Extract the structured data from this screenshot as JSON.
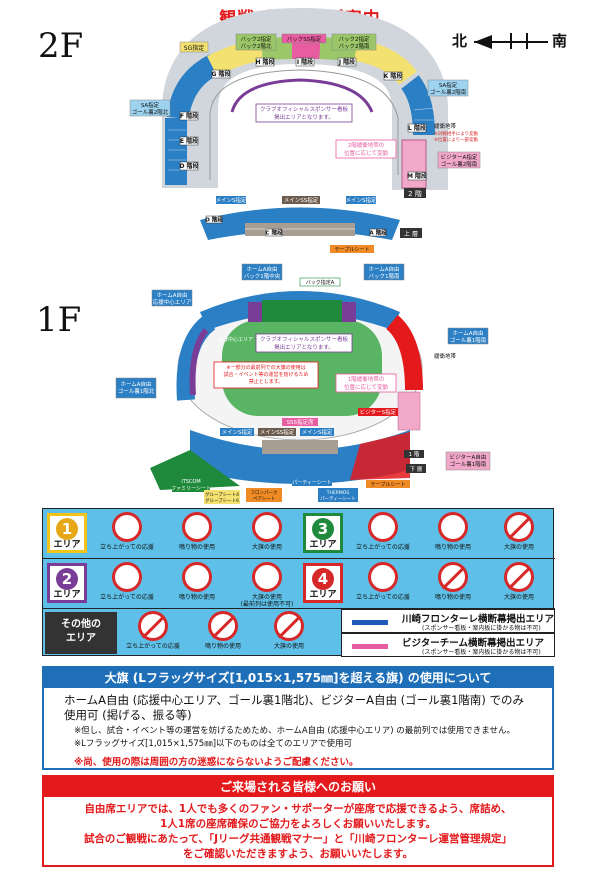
{
  "title": "観戦ゾーンのご案内",
  "floors": {
    "upper": "2F",
    "lower": "1F"
  },
  "compass": {
    "north": "北",
    "south": "南"
  },
  "f2": {
    "sg": "SG指定",
    "back2": "バック2指定\nバック2階北",
    "backss": "バックSS指定",
    "back2s": "バック2指定\nバック2階南",
    "sa_n": "SA指定\nゴール裏2階北",
    "sa_s": "SA指定\nゴール裏2階南",
    "sponsor_note": "クラブオフィシャルスポンサー看板\n掲出エリアとなります。",
    "boundary_note": "2階緩衝地帯の\n位置に応じて変動",
    "visitor": "ビジターA指定\nゴール裏2階南",
    "buffer": "緩衝地帯",
    "buffer_note": "※対戦相手により変動\n※位置により一部変動",
    "gate": "2 階",
    "main_s": "メインS指定",
    "main_ss": "メインSS指定",
    "upper": "上 層",
    "table": "テーブルシート",
    "blocks": [
      "D 階段",
      "E 階段",
      "F 階段",
      "G 階段",
      "H 階段",
      "I 階段",
      "J 階段",
      "K 階段",
      "L 階段",
      "M 階段",
      "C 階段",
      "B 階段",
      "A 階段"
    ]
  },
  "f1": {
    "homeA_back_n": "ホームA自由\nバック1階中央",
    "homeA_back_s": "ホームA自由\nバック1階南",
    "back_seat": "バック指定A",
    "homeA_support": "ホームA自由\n応援中心エリア",
    "homeA_goal_n": "ホームA自由\nゴール裏1階北",
    "homeA_goal_s": "ホームA自由\nゴール裏1階南",
    "cheer_area": "応援中心エリア",
    "sponsor_note": "クラブオフィシャルスポンサー看板\n掲出エリアとなります。",
    "flag_note": "※一部分の最前列での大旗の使用は\n試合・イベント等の運営を妨げるため\n禁止とします。",
    "boundary_note": "1階緩衝地帯の\n位置に応じて変動",
    "buffer": "緩衝地帯",
    "visitor_s": "ビジターS指定",
    "main_s_l": "メインS指定",
    "main_s_r": "メインS指定",
    "main_ss": "メインSS指定",
    "sss": "SSS指定席",
    "visitor_free": "ビジターA自由\nゴール裏1階南",
    "lower": "下 層",
    "itscom": "iTSCOM\nファミリーシート",
    "group": "グループシート4\nグループシート6",
    "party": "パーティーシート",
    "thermos": "THERMOS\nパーティーシート",
    "fronpark": "フロンパーク\nペアシート",
    "table": "テーブルシート",
    "gate": "1 階"
  },
  "legend": {
    "zone_word": "エリア",
    "zone1": "1",
    "zone2": "2",
    "zone3": "3",
    "zone4": "4",
    "other": "その他の\nエリア",
    "z1_caps": [
      "立ち上がっての応援",
      "鳴り物の使用",
      "大旗の使用"
    ],
    "z2_caps": [
      "立ち上がっての応援",
      "鳴り物の使用",
      "大旗の使用\n(最前列は使用不可)"
    ],
    "z3_caps": [
      "立ち上がっての応援",
      "鳴り物の使用",
      "大旗の使用"
    ],
    "z4_caps": [
      "立ち上がっての応援",
      "鳴り物の使用",
      "大旗の使用"
    ],
    "other_caps": [
      "立ち上がっての応援",
      "鳴り物の使用",
      "大旗の使用"
    ],
    "band1_title": "川崎フロンターレ横断幕掲出エリア",
    "band1_sub": "(スポンサー看板・案内板に掛かる物は不可)",
    "band2_title": "ビジターチーム横断幕掲出エリア",
    "band2_sub": "(スポンサー看板・案内板に掛かる物は不可)",
    "color1": "#2aa5dc",
    "color2": "#7a3d97",
    "color3": "#1f8a3b",
    "color4": "#d62828",
    "band1_color": "#1e5bb8",
    "band2_color": "#e85da1"
  },
  "flag_box": {
    "header": "大旗 (Lフラッグサイズ[1,015×1,575㎜]を超える旗) の使用について",
    "line1": "ホームA自由 (応援中心エリア、ゴール裏1階北)、ビジターA自由 (ゴール裏1階南) でのみ",
    "line2": "使用可 (掲げる、振る等)",
    "note1": "※但し、試合・イベント等の運営を妨げるためため、ホームA自由 (応援中心エリア) の最前列では使用できません。",
    "note2": "※Lフラッグサイズ[1,015×1,575㎜]以下のものは全てのエリアで使用可",
    "note3": "※尚、使用の際は周囲の方の迷惑にならないようご配慮ください。"
  },
  "request_box": {
    "header": "ご来場される皆様へのお願い",
    "p1": "自由席エリアでは、1人でも多くのファン・サポーターが座席で応援できるよう、席詰め、",
    "p2": "1人1席の座席確保のご協力をよろしくお願いいたします。",
    "p3": "試合のご観戦にあたって、「Jリーグ共通観戦マナー」と「川崎フロンターレ運営管理規定」",
    "p4": "をご確認いただきますよう、お願いいたします。"
  }
}
